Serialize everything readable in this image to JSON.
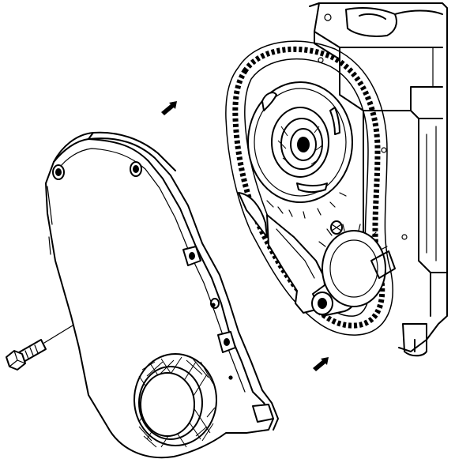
{
  "diagram": {
    "type": "exploded-assembly-illustration",
    "labels": [],
    "parts": [
      {
        "name": "engine-block"
      },
      {
        "name": "timing-chain"
      },
      {
        "name": "camshaft-sprocket"
      },
      {
        "name": "crankshaft-sprocket"
      },
      {
        "name": "chain-tensioner"
      },
      {
        "name": "timing-cover"
      },
      {
        "name": "crankshaft-seal-area"
      },
      {
        "name": "cover-bolt"
      }
    ],
    "icons": [
      "arrow-icon",
      "arrow-icon"
    ],
    "colors": {
      "ink": "#000000",
      "paper": "#ffffff"
    }
  }
}
